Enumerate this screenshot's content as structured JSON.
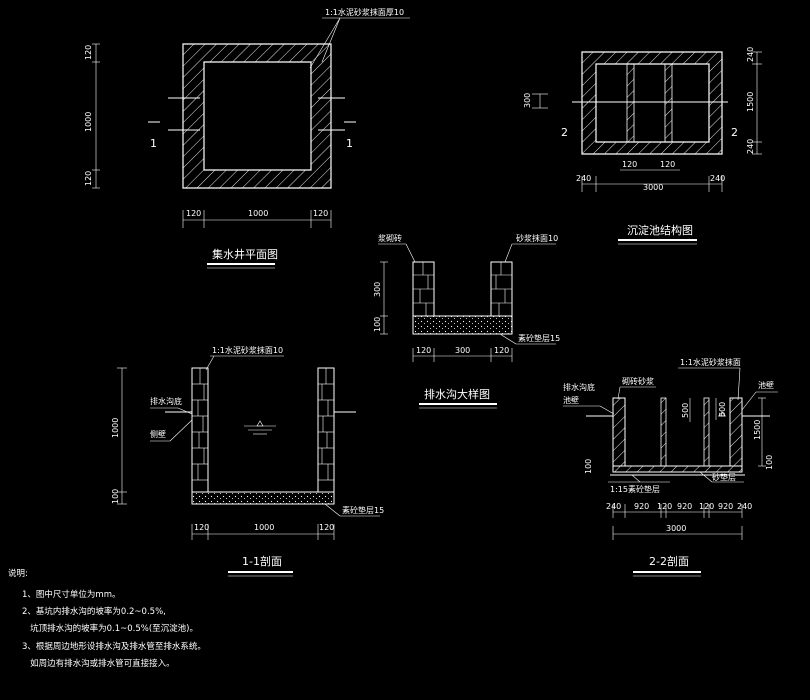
{
  "plan_well": {
    "title": "集水井平面图",
    "leader_label": "1:1水泥砂浆抹面厚10",
    "section_mark": "1",
    "dims_bottom": [
      "120",
      "1000",
      "120"
    ],
    "dims_left": [
      "120",
      "1000",
      "120"
    ]
  },
  "settling_tank": {
    "title": "沉淀池结构图",
    "section_mark": "2",
    "dims_right": [
      "240",
      "1500",
      "240"
    ],
    "dim_left": "300",
    "dims_bottom_inner": [
      "120",
      "120"
    ],
    "dims_bottom_outer": [
      "240",
      "3000",
      "240"
    ]
  },
  "drain_detail": {
    "title": "排水沟大样图",
    "label_left": "浆砌砖",
    "label_right": "砂浆抹面10",
    "label_bottom": "素砼垫层15",
    "dims_left": [
      "300",
      "100"
    ],
    "dims_bottom": [
      "120",
      "300",
      "120"
    ]
  },
  "section_1": {
    "title": "1-1剖面",
    "leader_top": "1:1水泥砂浆抹面10",
    "label_left_1": "排水沟底",
    "label_left_2": "侧壁",
    "label_bottom": "素砼垫层15",
    "dims_left": [
      "1000",
      "100"
    ],
    "dims_bottom": [
      "120",
      "1000",
      "120"
    ]
  },
  "section_2": {
    "title": "2-2剖面",
    "label_top_right": "1:1水泥砂浆抹面",
    "label_right": "池壁",
    "label_left_1": "排水沟底",
    "label_left_2": "池壁",
    "label_mid": "砌砖砂浆",
    "label_bottom_1": "1:15素砼垫层",
    "label_bottom_2": "砂垫层",
    "dim_inner": "500",
    "dim_inner_2": "600",
    "dim_right": "1500",
    "dim_left": "100",
    "dim_left_2": "100",
    "dims_bottom": [
      "240",
      "920",
      "120",
      "920",
      "120",
      "920",
      "240"
    ],
    "dim_total": "3000"
  },
  "notes": {
    "heading": "说明:",
    "items": [
      "1、图中尺寸单位为mm。",
      "2、基坑内排水沟的坡率为0.2~0.5%,",
      "   坑顶排水沟的坡率为0.1~0.5%(至沉淀池)。",
      "3、根据周边地形设排水沟及排水管至排水系统。",
      "   如周边有排水沟或排水管可直接接入。"
    ]
  }
}
